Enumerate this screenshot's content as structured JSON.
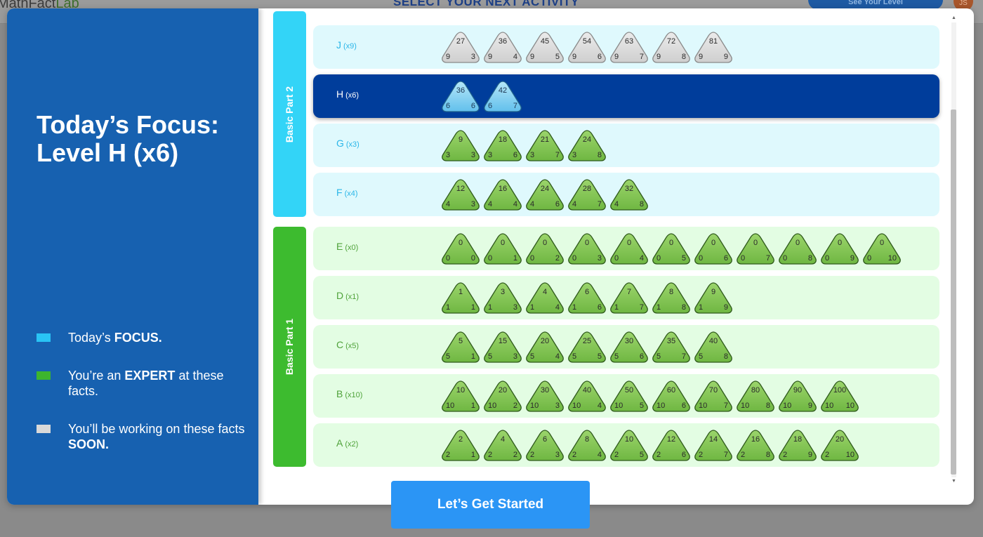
{
  "background": {
    "logo_main": "MathFact",
    "logo_accent": "Lab",
    "title": "SELECT YOUR NEXT ACTIVITY",
    "level_button": "See Your Level",
    "avatar_initials": "JS"
  },
  "focus": {
    "title_line1": "Today’s Focus:",
    "title_line2": "Level H (x6)"
  },
  "legend": [
    {
      "color": "#29c4f5",
      "pre": "Today’s ",
      "bold": "FOCUS.",
      "post": ""
    },
    {
      "color": "#3db52e",
      "pre": "You’re an ",
      "bold": "EXPERT",
      "post": " at these facts."
    },
    {
      "color": "#d9d9d9",
      "pre": "You’ll be working on these facts ",
      "bold": "SOON.",
      "post": ""
    }
  ],
  "groups": [
    {
      "label": "Basic Part 2",
      "color": "#33d4f7"
    },
    {
      "label": "Basic Part 1",
      "color": "#3dbb2f"
    }
  ],
  "colors": {
    "part2_row": "#dff9fd",
    "part1_row": "#e3fde3",
    "focus_row": "#003d9b",
    "expert_tri_top": "#9bd46b",
    "expert_tri_bottom": "#6fb742",
    "soon_tri_top": "#ebebeb",
    "soon_tri_bottom": "#cfcfcf",
    "focus_tri_top": "#b5e6f8",
    "focus_tri_bottom": "#62c0ec",
    "part2_label": "#2bb6e8",
    "part1_label": "#4fa23a"
  },
  "rows": [
    {
      "level": "J",
      "mult": "(x9)",
      "status": "soon",
      "group": "part2",
      "facts": [
        [
          "27",
          "9",
          "3"
        ],
        [
          "36",
          "9",
          "4"
        ],
        [
          "45",
          "9",
          "5"
        ],
        [
          "54",
          "9",
          "6"
        ],
        [
          "63",
          "9",
          "7"
        ],
        [
          "72",
          "9",
          "8"
        ],
        [
          "81",
          "9",
          "9"
        ]
      ]
    },
    {
      "level": "H",
      "mult": "(x6)",
      "status": "focus",
      "group": "part2",
      "facts": [
        [
          "36",
          "6",
          "6"
        ],
        [
          "42",
          "6",
          "7"
        ]
      ]
    },
    {
      "level": "G",
      "mult": "(x3)",
      "status": "expert",
      "group": "part2",
      "facts": [
        [
          "9",
          "3",
          "3"
        ],
        [
          "18",
          "3",
          "6"
        ],
        [
          "21",
          "3",
          "7"
        ],
        [
          "24",
          "3",
          "8"
        ]
      ]
    },
    {
      "level": "F",
      "mult": "(x4)",
      "status": "expert",
      "group": "part2",
      "facts": [
        [
          "12",
          "4",
          "3"
        ],
        [
          "16",
          "4",
          "4"
        ],
        [
          "24",
          "4",
          "6"
        ],
        [
          "28",
          "4",
          "7"
        ],
        [
          "32",
          "4",
          "8"
        ]
      ]
    },
    {
      "level": "E",
      "mult": "(x0)",
      "status": "expert",
      "group": "part1",
      "facts": [
        [
          "0",
          "0",
          "0"
        ],
        [
          "0",
          "0",
          "1"
        ],
        [
          "0",
          "0",
          "2"
        ],
        [
          "0",
          "0",
          "3"
        ],
        [
          "0",
          "0",
          "4"
        ],
        [
          "0",
          "0",
          "5"
        ],
        [
          "0",
          "0",
          "6"
        ],
        [
          "0",
          "0",
          "7"
        ],
        [
          "0",
          "0",
          "8"
        ],
        [
          "0",
          "0",
          "9"
        ],
        [
          "0",
          "0",
          "10"
        ]
      ]
    },
    {
      "level": "D",
      "mult": "(x1)",
      "status": "expert",
      "group": "part1",
      "facts": [
        [
          "1",
          "1",
          "1"
        ],
        [
          "3",
          "1",
          "3"
        ],
        [
          "4",
          "1",
          "4"
        ],
        [
          "6",
          "1",
          "6"
        ],
        [
          "7",
          "1",
          "7"
        ],
        [
          "8",
          "1",
          "8"
        ],
        [
          "9",
          "1",
          "9"
        ]
      ]
    },
    {
      "level": "C",
      "mult": "(x5)",
      "status": "expert",
      "group": "part1",
      "facts": [
        [
          "5",
          "5",
          "1"
        ],
        [
          "15",
          "5",
          "3"
        ],
        [
          "20",
          "5",
          "4"
        ],
        [
          "25",
          "5",
          "5"
        ],
        [
          "30",
          "5",
          "6"
        ],
        [
          "35",
          "5",
          "7"
        ],
        [
          "40",
          "5",
          "8"
        ]
      ]
    },
    {
      "level": "B",
      "mult": "(x10)",
      "status": "expert",
      "group": "part1",
      "facts": [
        [
          "10",
          "10",
          "1"
        ],
        [
          "20",
          "10",
          "2"
        ],
        [
          "30",
          "10",
          "3"
        ],
        [
          "40",
          "10",
          "4"
        ],
        [
          "50",
          "10",
          "5"
        ],
        [
          "60",
          "10",
          "6"
        ],
        [
          "70",
          "10",
          "7"
        ],
        [
          "80",
          "10",
          "8"
        ],
        [
          "90",
          "10",
          "9"
        ],
        [
          "100",
          "10",
          "10"
        ]
      ]
    },
    {
      "level": "A",
      "mult": "(x2)",
      "status": "expert",
      "group": "part1",
      "facts": [
        [
          "2",
          "2",
          "1"
        ],
        [
          "4",
          "2",
          "2"
        ],
        [
          "6",
          "2",
          "3"
        ],
        [
          "8",
          "2",
          "4"
        ],
        [
          "10",
          "2",
          "5"
        ],
        [
          "12",
          "2",
          "6"
        ],
        [
          "14",
          "2",
          "7"
        ],
        [
          "16",
          "2",
          "8"
        ],
        [
          "18",
          "2",
          "9"
        ],
        [
          "20",
          "2",
          "10"
        ]
      ]
    }
  ],
  "start_button": "Let’s Get Started"
}
